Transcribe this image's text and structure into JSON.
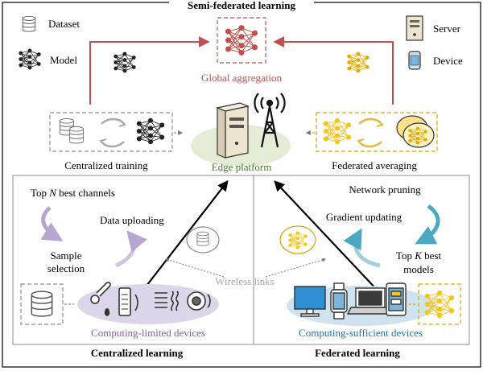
{
  "top": {
    "title": "Semi-federated learning"
  },
  "legend": {
    "dataset": "Dataset",
    "model": "Model",
    "server": "Server",
    "device": "Device"
  },
  "center": {
    "global_aggregation": "Global aggregation",
    "edge_platform": "Edge platform",
    "centralized_training": "Centralized training",
    "federated_averaging": "Federated averaging",
    "wireless_links": "Wireless links"
  },
  "left": {
    "top_n_prefix": "Top ",
    "top_n_var": "N",
    "top_n_suffix": " best channels",
    "data_uploading": "Data uploading",
    "sample": "Sample",
    "selection": "selection",
    "devices_label": "Computing-limited devices",
    "section_title": "Centralized learning"
  },
  "right": {
    "network_pruning": "Network pruning",
    "gradient_updating": "Gradient updating",
    "top_k_prefix": "Top ",
    "top_k_var": "K",
    "top_k_suffix": " best",
    "models": "models",
    "devices_label": "Computing-sufficient devices",
    "section_title": "Federated learning"
  },
  "colors": {
    "red": "#c0504d",
    "orange_fill": "#f5c518",
    "orange_dark": "#b8860b",
    "gray": "#8c8c8c",
    "purple": "#7f5fa8",
    "blue": "#1f6fb2",
    "teal": "#4aa8c0",
    "green_ellipse": "#e4ecd6",
    "purple_ellipse": "#dcd6ea",
    "blue_ellipse": "#cfe3ef"
  }
}
